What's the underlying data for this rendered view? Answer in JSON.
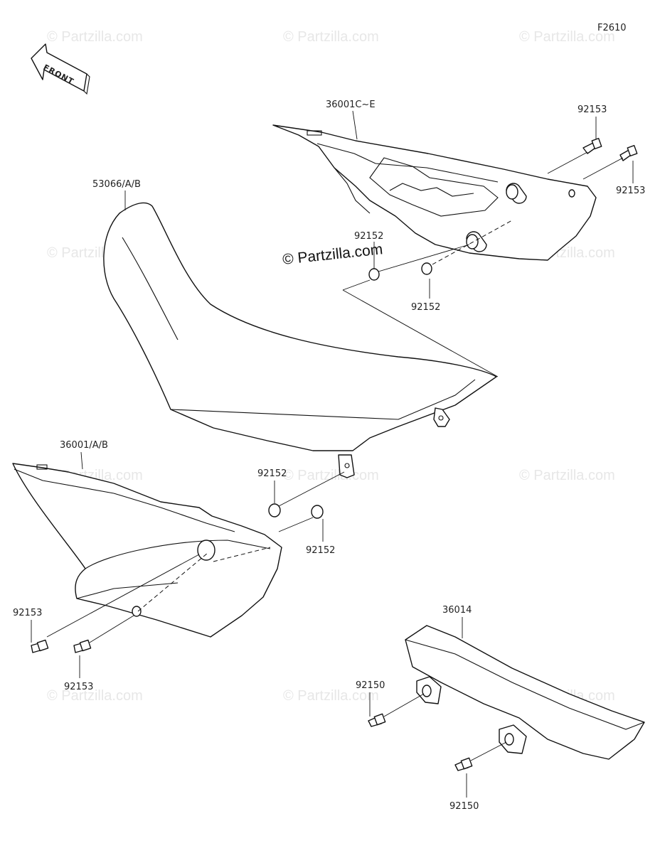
{
  "figure_code": "F2610",
  "front_arrow_label": "FRONT",
  "watermark": "© Partzilla.com",
  "callouts": {
    "rear_cover": "36001C~E",
    "seat": "53066/A/B",
    "side_cover": "36001/A/B",
    "chain_guard": "36014",
    "bolt_upper_a": "92153",
    "bolt_upper_b": "92153",
    "collar_upper_a": "92152",
    "collar_upper_b": "92152",
    "collar_mid_a": "92152",
    "collar_mid_b": "92152",
    "bolt_lower_a": "92153",
    "bolt_lower_b": "92153",
    "bolt_chain_a": "92150",
    "bolt_chain_b": "92150"
  }
}
